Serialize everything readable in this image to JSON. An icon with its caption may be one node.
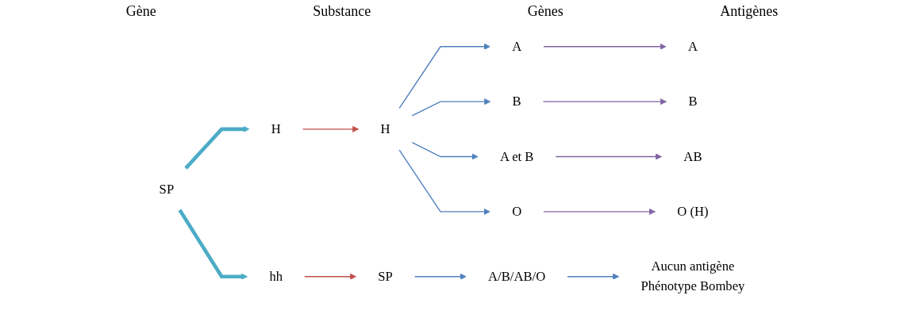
{
  "diagram": {
    "nodes": [
      {
        "text": [
          "SP"
        ]
      },
      {
        "text": [
          "H"
        ]
      },
      {
        "text": [
          "hh"
        ]
      },
      {
        "text": [
          "H"
        ]
      },
      {
        "text": [
          "SP"
        ]
      },
      {
        "text": [
          "A"
        ]
      },
      {
        "text": [
          "B"
        ]
      },
      {
        "text": [
          "A et B"
        ]
      },
      {
        "text": [
          "O"
        ]
      },
      {
        "text": [
          "A/B/AB/O"
        ]
      },
      {
        "text": [
          "A"
        ]
      },
      {
        "text": [
          "B"
        ]
      },
      {
        "text": [
          "AB"
        ]
      },
      {
        "text": [
          "O (H)"
        ]
      },
      {
        "text": [
          "Aucun antigène"
        ],
        "beside": [
          "Phénotype Bombey"
        ]
      }
    ],
    "edges": [
      {
        "from": 0,
        "to": 1,
        "arrow": "to",
        "style": "thick",
        "color": "#4bacc6"
      },
      {
        "from": 0,
        "to": 2,
        "arrow": "to",
        "style": "thick",
        "color": "#4bacc6"
      },
      {
        "from": 1,
        "to": 3,
        "arrow": "to",
        "color": "#c0504d"
      },
      {
        "from": 2,
        "to": 4,
        "arrow": "to",
        "color": "#c0504d"
      },
      {
        "from": 3,
        "to": 5,
        "arrow": "to"
      },
      {
        "from": 3,
        "to": 6,
        "arrow": "to"
      },
      {
        "from": 3,
        "to": 7,
        "arrow": "to"
      },
      {
        "from": 3,
        "to": 8,
        "arrow": "to"
      },
      {
        "from": 4,
        "to": 9,
        "arrow": "to"
      },
      {
        "from": 9,
        "to": 14,
        "arrow": "to"
      },
      {
        "from": 5,
        "to": 10,
        "arrow": "to",
        "color": "#8064a2"
      },
      {
        "from": 6,
        "to": 11,
        "arrow": "to",
        "color": "#8064a2"
      },
      {
        "from": 7,
        "to": 12,
        "arrow": "to",
        "color": "#8064a2"
      },
      {
        "from": 8,
        "to": 13,
        "arrow": "to",
        "color": "#8064a2"
      }
    ],
    "labels": [
      "Gène",
      "Substance",
      "Gènes",
      "Antigènes"
    ]
  }
}
